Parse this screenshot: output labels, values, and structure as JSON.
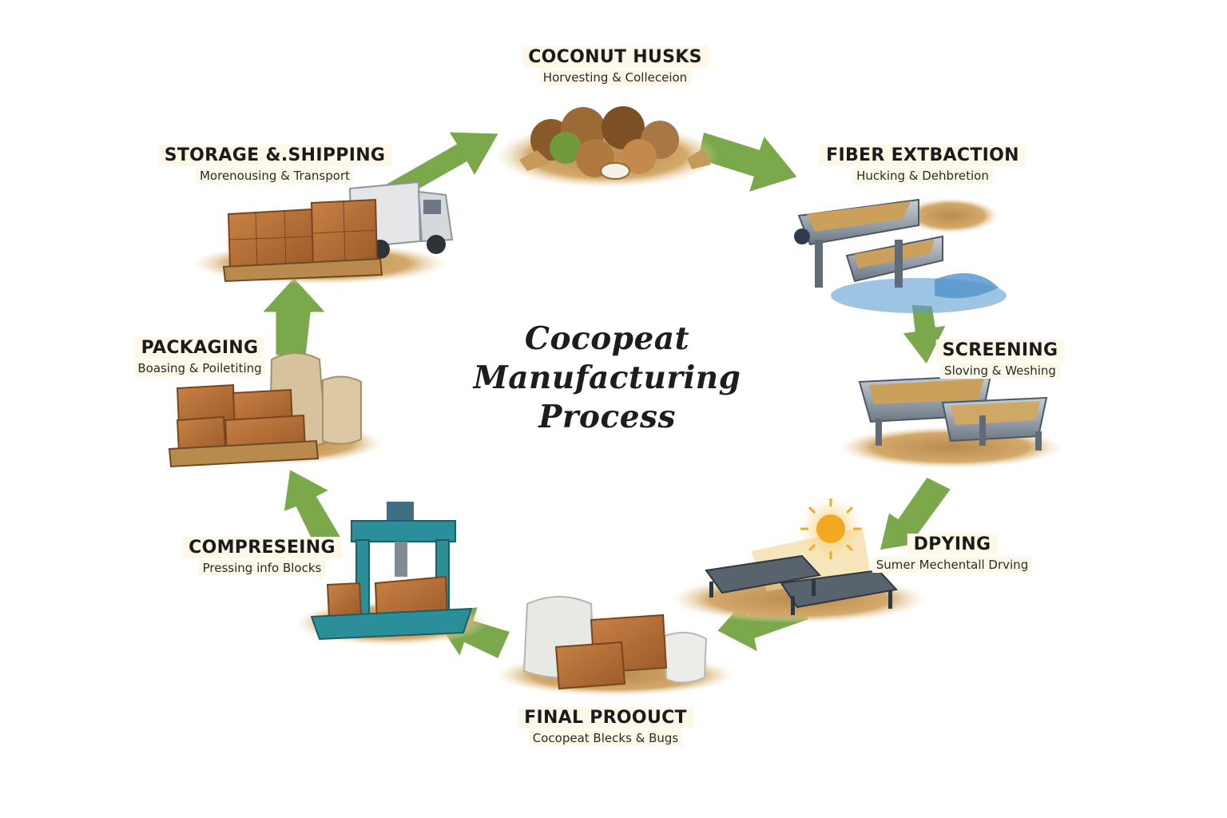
{
  "diagram": {
    "title_lines": [
      "Cocopeat",
      "Manufacturing",
      "Process"
    ],
    "arrow_color": "#7aa84a",
    "steps": [
      {
        "name": "COCONUT HUSKS",
        "subtitle": "Horvesting & Colleceion",
        "icon": "coconut-pile-icon"
      },
      {
        "name": "FIBER EXTBACTION",
        "subtitle": "Hucking & Dehbretion",
        "icon": "fiber-machine-icon"
      },
      {
        "name": "SCREENING",
        "subtitle": "Sloving & Weshing",
        "icon": "screening-trough-icon"
      },
      {
        "name": "DPYING",
        "subtitle": "Sumer Mechentall Drving",
        "icon": "sun-drying-racks-icon"
      },
      {
        "name": "FINAL PROOUCT",
        "subtitle": "Cocopeat Blecks & Bugs",
        "icon": "blocks-and-bags-icon"
      },
      {
        "name": "COMPRESEING",
        "subtitle": "Pressing info Blocks",
        "icon": "hydraulic-press-icon"
      },
      {
        "name": "PACKAGING",
        "subtitle": "Boasing & Poiletiting",
        "icon": "pallet-boxes-icon"
      },
      {
        "name": "STORAGE &.SHIPPING",
        "subtitle": "Morenousing & Transport",
        "icon": "truck-and-pallets-icon"
      }
    ]
  }
}
